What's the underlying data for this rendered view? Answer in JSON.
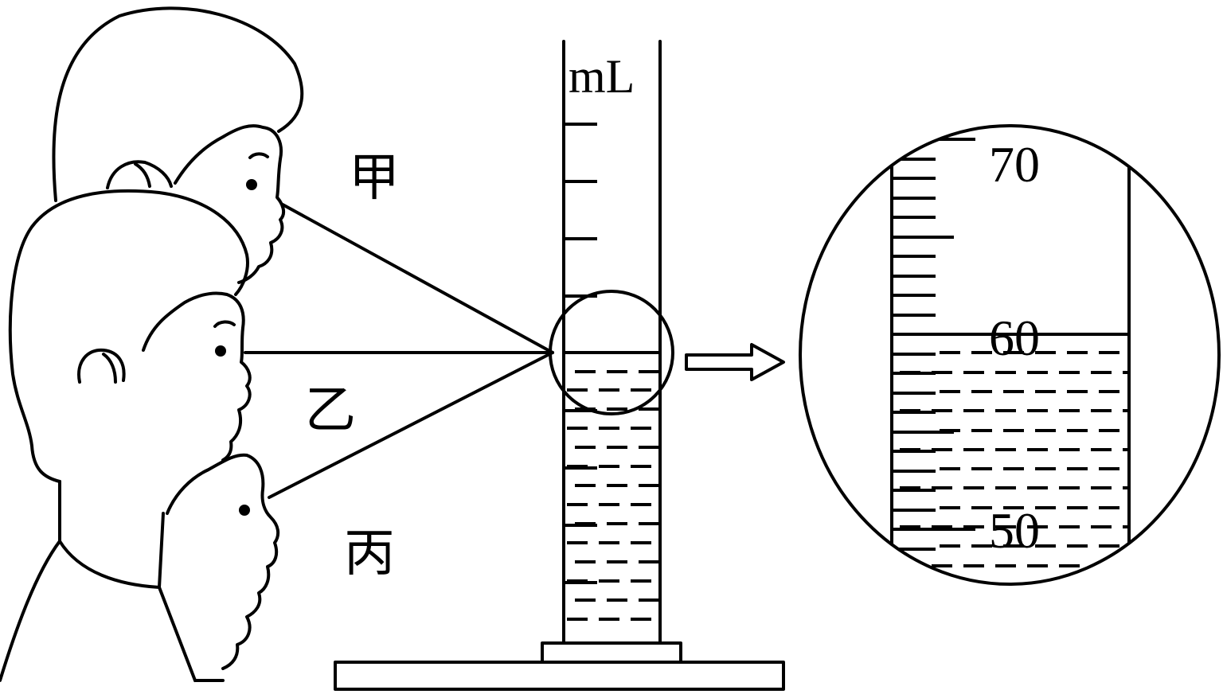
{
  "labels": {
    "observer_top": "甲",
    "observer_middle": "乙",
    "observer_bottom": "丙"
  },
  "cylinder": {
    "unit": "mL"
  },
  "magnified_scale": {
    "upper": "70",
    "middle": "60",
    "lower": "50"
  },
  "icons": {
    "arrow": "right-arrow-icon",
    "magnifier": "magnify-circle-icon"
  }
}
